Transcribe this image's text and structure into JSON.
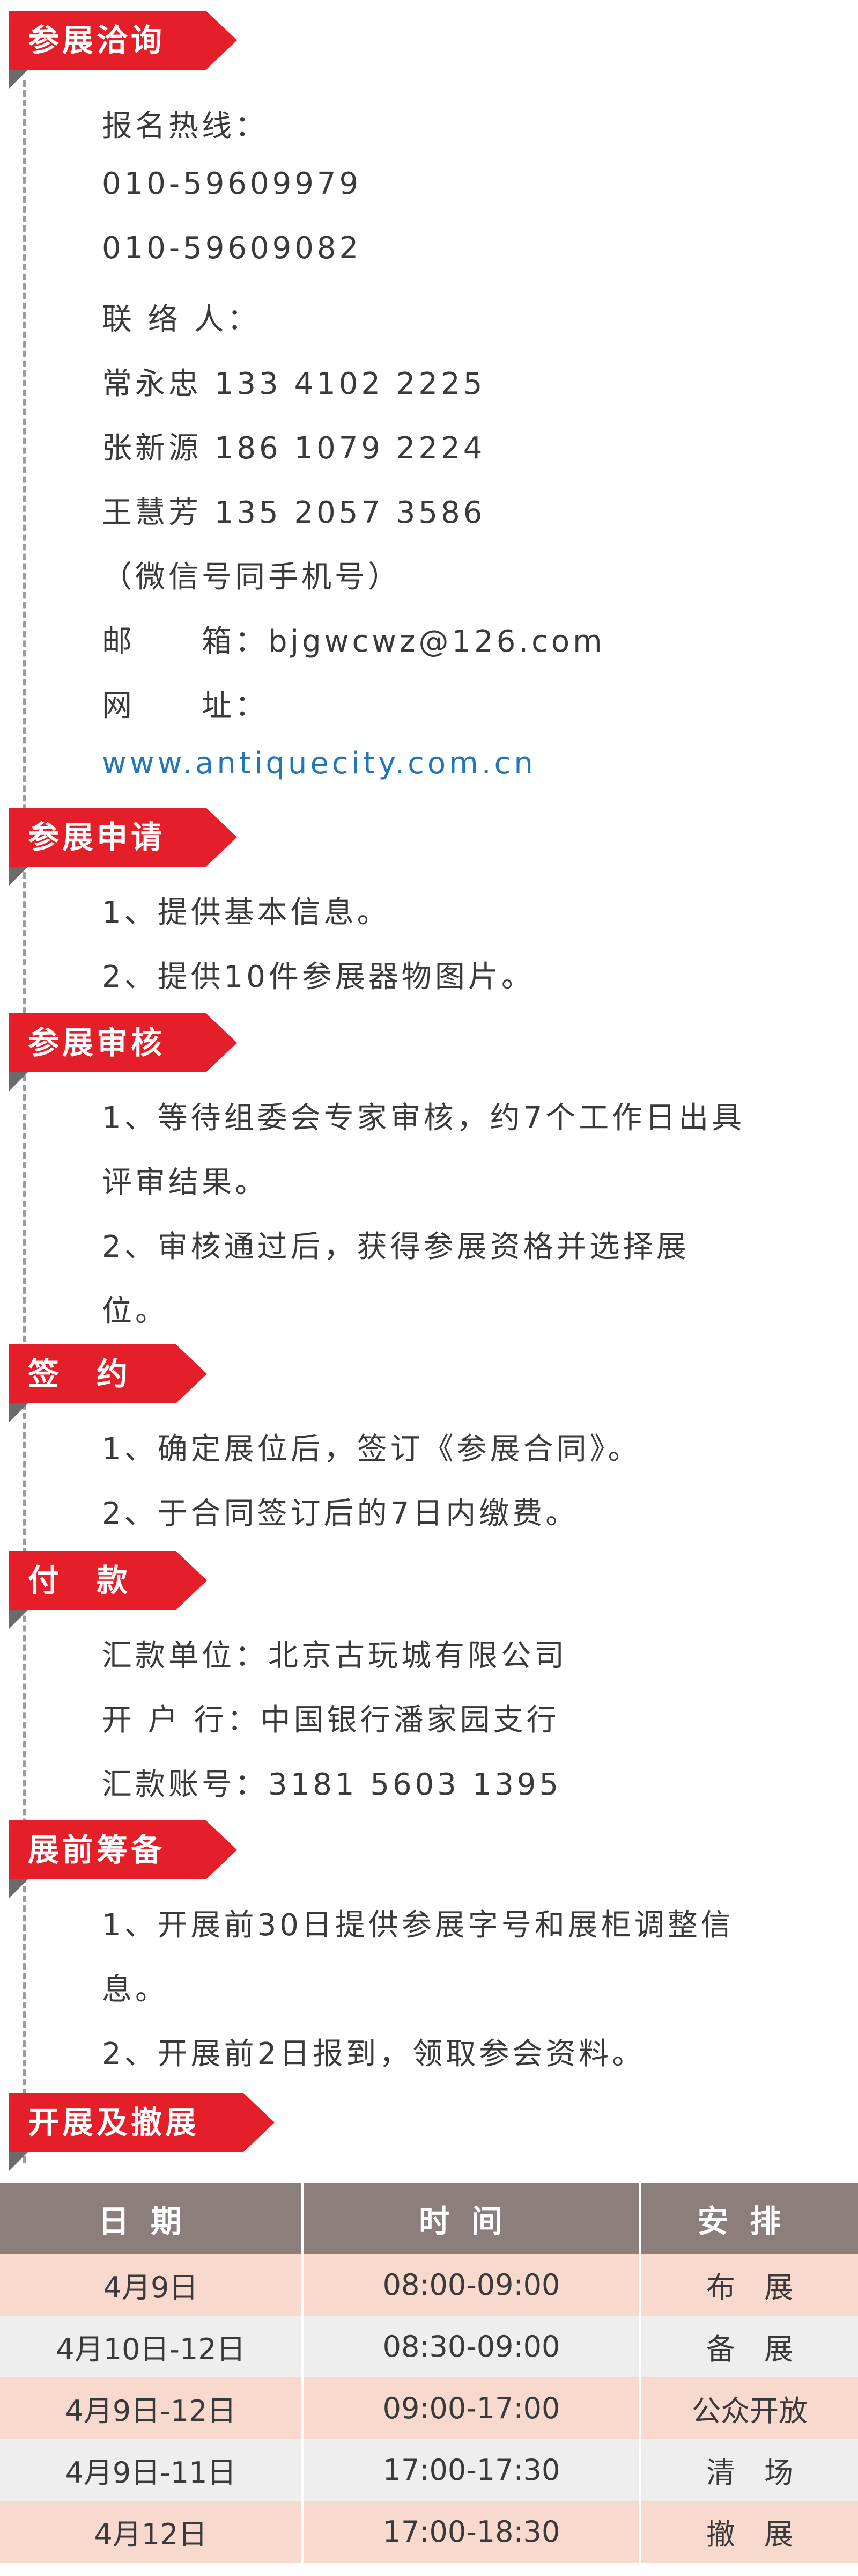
{
  "sections": [
    {
      "tag": "参展洽询",
      "lines": [
        "报名热线：",
        "010-59609979",
        "010-59609082",
        "联 络 人：",
        "常永忠 133 4102 2225",
        "张新源 186 1079 2224",
        "王慧芳 135 2057 3586",
        "（微信号同手机号）",
        "邮　　箱：bjgwcwz@126.com",
        "网　　址：",
        "www.antiquecity.com.cn"
      ]
    },
    {
      "tag": "参展申请",
      "lines": [
        "1、提供基本信息。",
        "2、提供10件参展器物图片。"
      ]
    },
    {
      "tag": "参展审核",
      "lines": [
        "1、等待组委会专家审核，约7个工作日出具",
        "评审结果。",
        "2、审核通过后，获得参展资格并选择展",
        "位。"
      ]
    },
    {
      "tag": "签　约",
      "lines": [
        "1、确定展位后，签订《参展合同》。",
        "2、于合同签订后的7日内缴费。"
      ]
    },
    {
      "tag": "付　款",
      "lines": [
        "汇款单位：北京古玩城有限公司",
        "开 户 行：中国银行潘家园支行",
        "汇款账号：3181 5603 1395"
      ]
    },
    {
      "tag": "展前筹备",
      "lines": [
        "1、开展前30日提供参展字号和展柜调整信",
        "息。",
        "2、开展前2日报到，领取参会资料。"
      ]
    },
    {
      "tag": "开展及撤展",
      "lines": []
    }
  ],
  "schedule": {
    "headers": [
      "日期",
      "时间",
      "安排"
    ],
    "rows": [
      [
        "4月9日",
        "08:00-09:00",
        "布　展"
      ],
      [
        "4月10日-12日",
        "08:30-09:00",
        "备　展"
      ],
      [
        "4月9日-12日",
        "09:00-17:00",
        "公众开放"
      ],
      [
        "4月9日-11日",
        "17:00-17:30",
        "清　场"
      ],
      [
        "4月12日",
        "17:00-18:30",
        "撤　展"
      ]
    ]
  },
  "colors": {
    "accent": "#e41f2a",
    "link": "#2376b7",
    "table_header": "#8c7e7b",
    "row_tint": "#f7d9ce",
    "row_grey": "#eeeeee"
  }
}
